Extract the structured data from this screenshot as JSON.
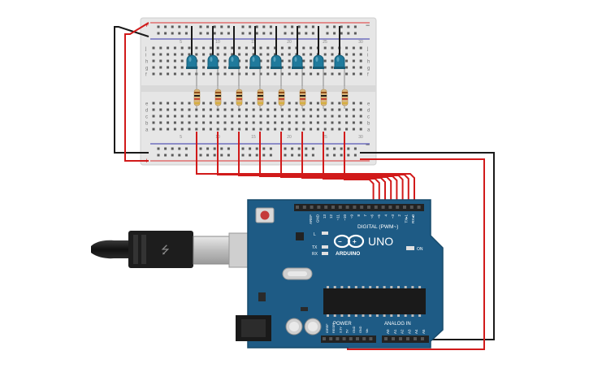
{
  "breadboard": {
    "rail_plus": "+",
    "rail_minus": "−",
    "column_numbers": [
      "5",
      "10",
      "15",
      "20",
      "25",
      "30"
    ],
    "row_letters_top": [
      "j",
      "i",
      "h",
      "g",
      "f"
    ],
    "row_letters_bottom": [
      "e",
      "d",
      "c",
      "b",
      "a"
    ]
  },
  "leds": {
    "count": 8,
    "color": "#1f7a9c"
  },
  "resistors": {
    "count": 8
  },
  "arduino": {
    "brand": "ARDUINO",
    "model": "UNO",
    "digital_label": "DIGITAL (PWM~)",
    "power_label": "POWER",
    "analog_label": "ANALOG IN",
    "on_label": "ON",
    "tx_label": "TX",
    "rx_label": "RX",
    "l_label": "L",
    "top_pins": [
      "AREF",
      "GND",
      "13",
      "12",
      "~11",
      "~10",
      "~9",
      "8",
      "7",
      "~6",
      "~5",
      "4",
      "~3",
      "2",
      "TX▸1",
      "RX◂0"
    ],
    "power_pins": [
      "IOREF",
      "RESET",
      "3.3V",
      "5V",
      "GND",
      "GND",
      "Vin"
    ],
    "analog_pins": [
      "A0",
      "A1",
      "A2",
      "A3",
      "A4",
      "A5"
    ],
    "board_color": "#1e5b85"
  },
  "wires": {
    "red": "#d11a1a",
    "black": "#1a1a1a"
  }
}
